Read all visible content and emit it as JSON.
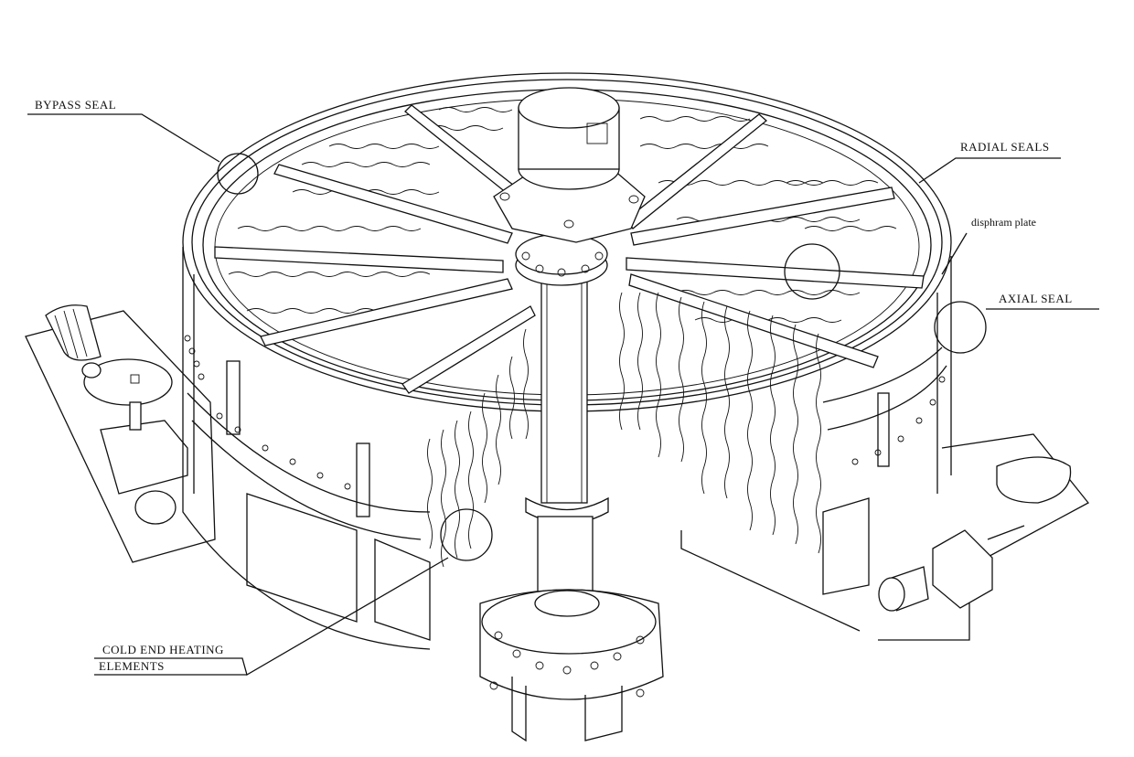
{
  "diagram": {
    "subject": "Rotary regenerative air preheater (cutaway isometric)",
    "colors": {
      "line": "#111111",
      "background": "#ffffff"
    },
    "labels": {
      "bypass_seal": "BYPASS SEAL",
      "radial_seals": "RADIAL SEALS",
      "diaphragm_plate": "disphram plate",
      "axial_seal": "AXIAL SEAL",
      "cold_end_line1": "COLD END HEATING",
      "cold_end_line2": "ELEMENTS"
    }
  }
}
